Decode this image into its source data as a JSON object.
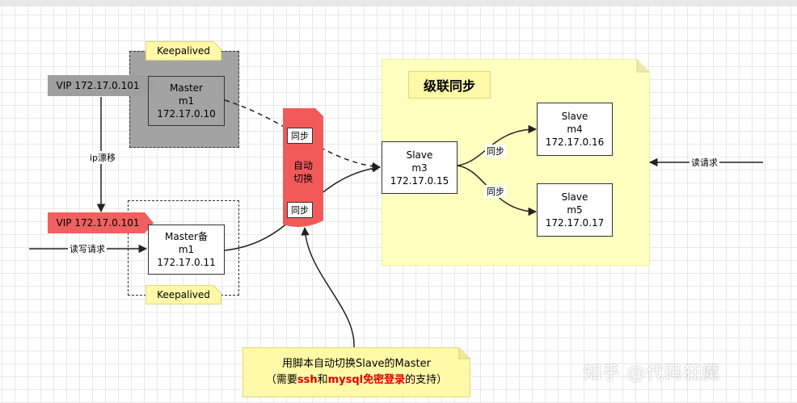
{
  "diagram": {
    "cascade_title": "级联同步",
    "keepalived_top": "Keepalived",
    "keepalived_bottom": "Keepalived",
    "vip_top": "VIP 172.17.0.101",
    "vip_bottom": "VIP 172.17.0.101",
    "ip_drift": "ip漂移",
    "read_write_request": "读写请求",
    "read_request": "读请求",
    "master_top": {
      "name": "Master",
      "host": "m1",
      "ip": "172.17.0.10"
    },
    "master_bottom": {
      "name": "Master备",
      "host": "m1",
      "ip": "172.17.0.11"
    },
    "slave_m3": {
      "name": "Slave",
      "host": "m3",
      "ip": "172.17.0.15"
    },
    "slave_m4": {
      "name": "Slave",
      "host": "m4",
      "ip": "172.17.0.16"
    },
    "slave_m5": {
      "name": "Slave",
      "host": "m5",
      "ip": "172.17.0.17"
    },
    "switch_center": "自动切换",
    "switch_sync_top": "同步",
    "switch_sync_bottom": "同步",
    "sync_m4": "同步",
    "sync_m5": "同步",
    "note_line1": "用脚本自动切换Slave的Master",
    "note_line2_a": "（需要",
    "note_line2_ssh": "ssh",
    "note_line2_b": "和",
    "note_line2_mysql": "mysql免密登录",
    "note_line2_c": "的支持）",
    "watermark": "知乎 @代码狂魔"
  },
  "colors": {
    "note_yellow": "#ffffc0",
    "sticky_yellow": "#fff9a8",
    "gray_group": "#9e9e9e",
    "vip_red": "#f06060",
    "switch_red": "#f25a5a"
  }
}
